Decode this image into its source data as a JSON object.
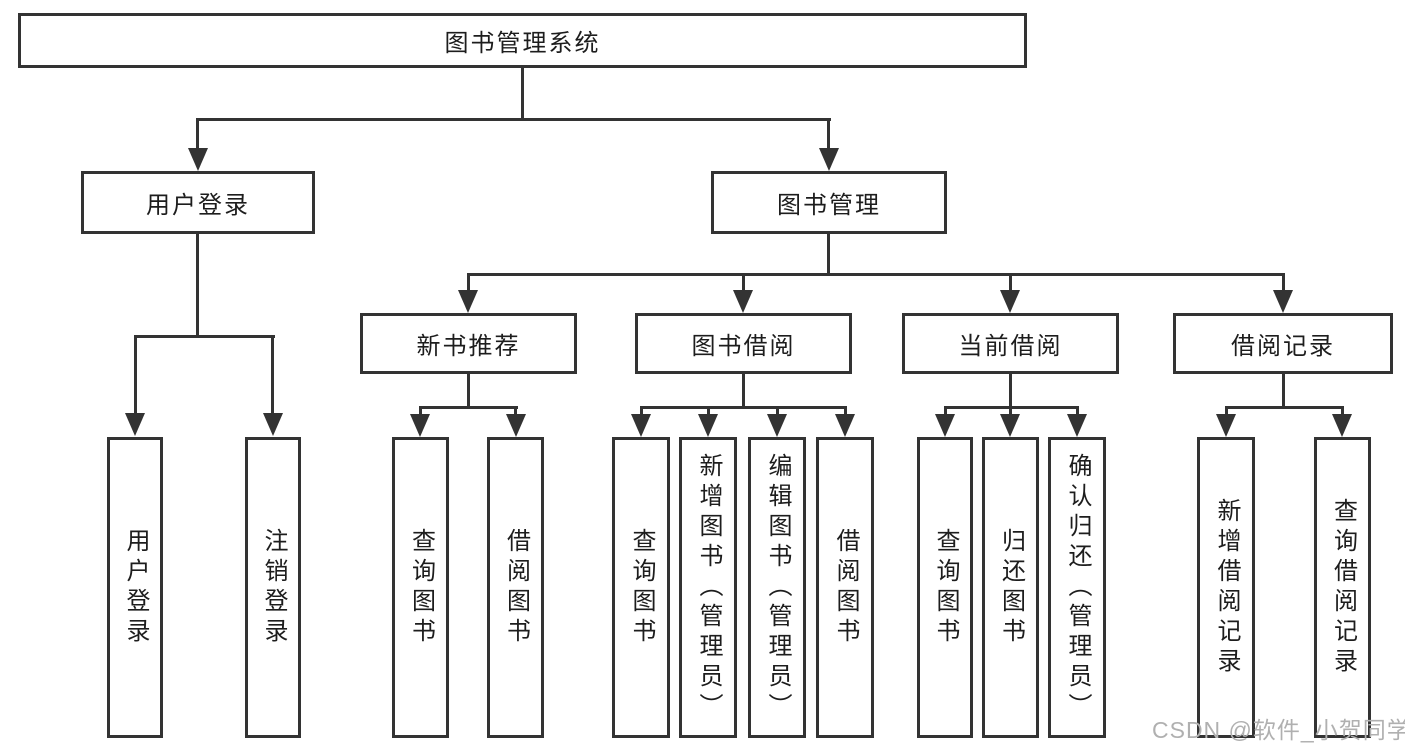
{
  "diagram": {
    "root": {
      "label": "图书管理系统"
    },
    "branches": [
      {
        "label": "用户登录",
        "children": [
          {
            "label": "用户登录"
          },
          {
            "label": "注销登录"
          }
        ]
      },
      {
        "label": "图书管理",
        "children": [
          {
            "label": "新书推荐",
            "children": [
              {
                "label": "查询图书"
              },
              {
                "label": "借阅图书"
              }
            ]
          },
          {
            "label": "图书借阅",
            "children": [
              {
                "label": "查询图书"
              },
              {
                "label": "新增图书（管理员）"
              },
              {
                "label": "编辑图书（管理员）"
              },
              {
                "label": "借阅图书"
              }
            ]
          },
          {
            "label": "当前借阅",
            "children": [
              {
                "label": "查询图书"
              },
              {
                "label": "归还图书"
              },
              {
                "label": "确认归还（管理员）"
              }
            ]
          },
          {
            "label": "借阅记录",
            "children": [
              {
                "label": "新增借阅记录"
              },
              {
                "label": "查询借阅记录"
              }
            ]
          }
        ]
      }
    ],
    "watermark": "CSDN @软件_小贺同学",
    "colors": {
      "line": "#333333",
      "text": "#1d1d1d",
      "watermark": "#b0b0b0",
      "background": "#ffffff"
    }
  }
}
